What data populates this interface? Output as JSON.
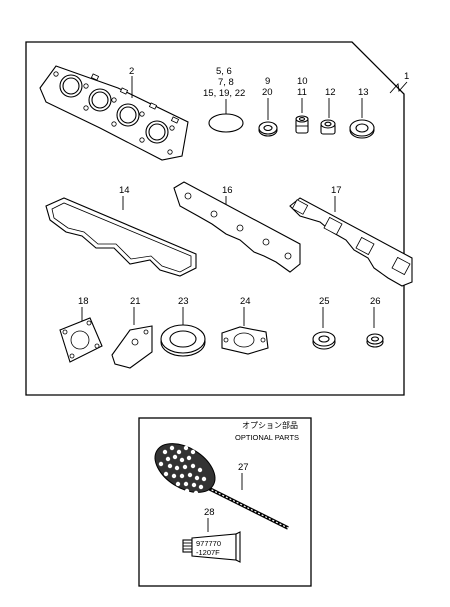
{
  "kit_callout": "1",
  "parts": {
    "p2": "2",
    "p5_6": "5, 6",
    "p7_8": "7, 8",
    "p15_22": "15, 19, 22",
    "p9": "9",
    "p20": "20",
    "p10": "10",
    "p11": "11",
    "p12": "12",
    "p13": "13",
    "p14": "14",
    "p16": "16",
    "p17": "17",
    "p18": "18",
    "p21": "21",
    "p23": "23",
    "p24": "24",
    "p25": "25",
    "p26": "26",
    "p27": "27",
    "p28": "28"
  },
  "optional": {
    "title_jp": "オプション部品",
    "title_en": "OPTIONAL PARTS"
  },
  "tube_label": {
    "line1": "977770",
    "line2": "-1207F"
  }
}
